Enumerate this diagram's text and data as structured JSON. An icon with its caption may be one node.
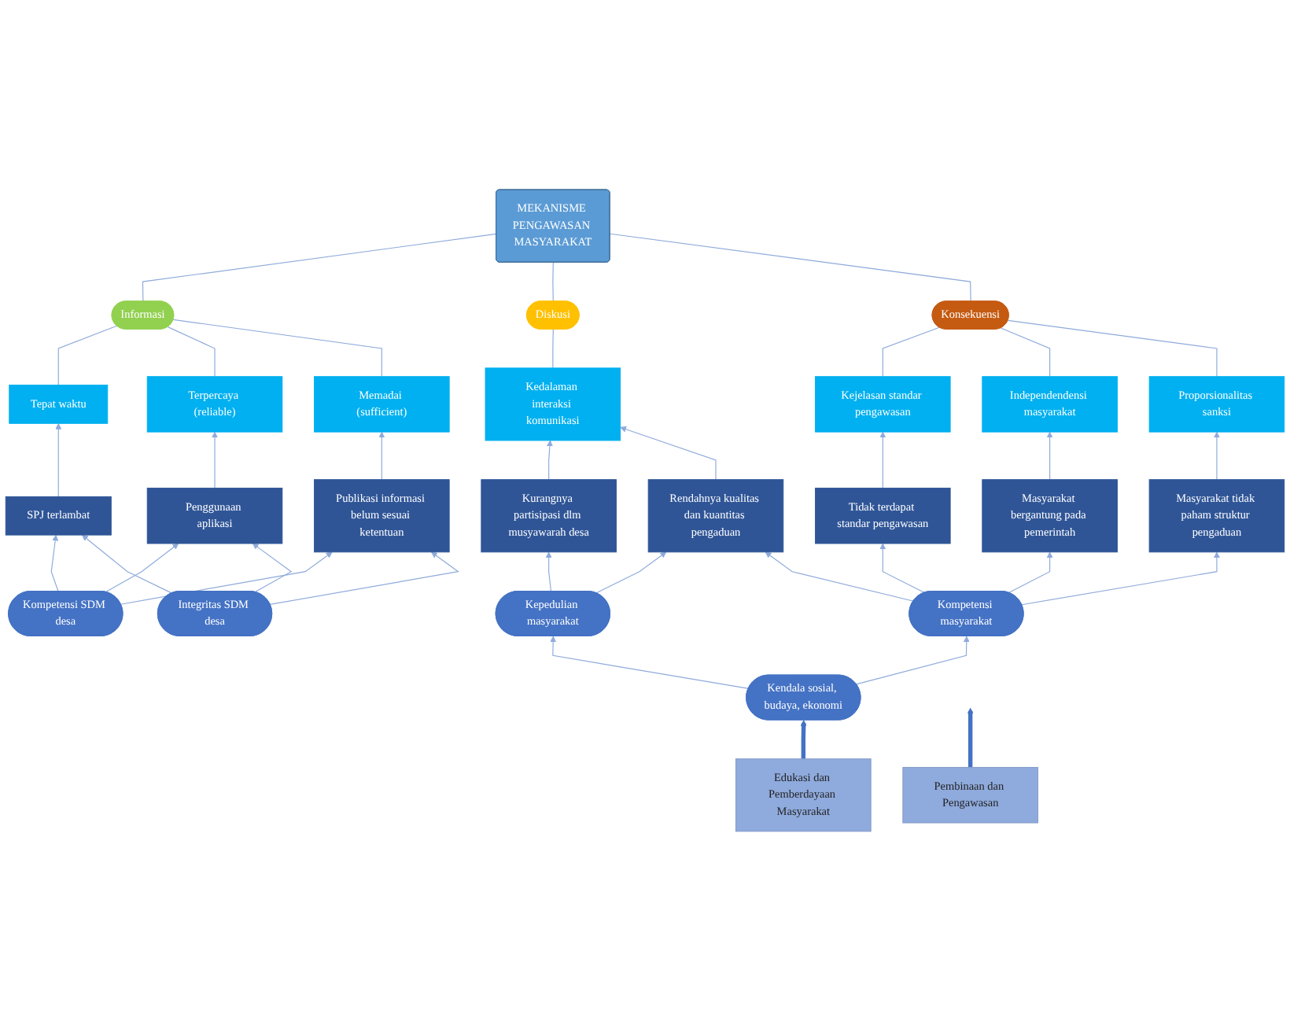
{
  "diagram": {
    "nodes": [
      {
        "text": [
          "MEKANISME PENGAWASAN MASYARAKAT"
        ]
      },
      {
        "text": [
          "Informasi"
        ]
      },
      {
        "text": [
          "Diskusi"
        ]
      },
      {
        "text": [
          "Konsekuensi"
        ]
      },
      {
        "text": [
          "Tepat waktu"
        ]
      },
      {
        "text": [
          "Terpercaya (reliable)"
        ]
      },
      {
        "text": [
          "Memadai (sufficient)"
        ]
      },
      {
        "text": [
          "Kedalaman interaksi komunikasi"
        ]
      },
      {
        "text": [
          "Kejelasan standar pengawasan"
        ]
      },
      {
        "text": [
          "Independendensi masyarakat"
        ]
      },
      {
        "text": [
          "Proporsionalitas sanksi"
        ]
      },
      {
        "text": [
          "SPJ terlambat"
        ]
      },
      {
        "text": [
          "Penggunaan aplikasi"
        ]
      },
      {
        "text": [
          "Publikasi informasi belum sesuai ketentuan"
        ]
      },
      {
        "text": [
          "Kurangnya partisipasi dlm musyawarah desa"
        ]
      },
      {
        "text": [
          "Rendahnya kualitas dan kuantitas pengaduan"
        ]
      },
      {
        "text": [
          "Tidak terdapat standar pengawasan"
        ]
      },
      {
        "text": [
          "Masyarakat bergantung pada pemerintah"
        ]
      },
      {
        "text": [
          "Masyarakat tidak paham struktur pengaduan"
        ]
      },
      {
        "text": [
          "Kompetensi SDM desa"
        ]
      },
      {
        "text": [
          "Integritas SDM desa"
        ]
      },
      {
        "text": [
          "Kepedulian masyarakat"
        ]
      },
      {
        "text": [
          "Kompetensi masyarakat"
        ]
      },
      {
        "text": [
          "Kendala sosial, budaya, ekonomi"
        ]
      },
      {
        "text": [
          "Pembinaan dan Pengawasan"
        ]
      },
      {
        "text": [
          "Edukasi dan Pemberdayaan Masyarakat"
        ]
      }
    ],
    "edges": [
      {
        "from": 0,
        "to": 1,
        "arrow": "none"
      },
      {
        "from": 0,
        "to": 2,
        "arrow": "none"
      },
      {
        "from": 0,
        "to": 3,
        "arrow": "none"
      },
      {
        "from": 1,
        "to": 4,
        "arrow": "none"
      },
      {
        "from": 1,
        "to": 5,
        "arrow": "none"
      },
      {
        "from": 1,
        "to": 6,
        "arrow": "none"
      },
      {
        "from": 2,
        "to": 7,
        "arrow": "none"
      },
      {
        "from": 3,
        "to": 8,
        "arrow": "none"
      },
      {
        "from": 3,
        "to": 9,
        "arrow": "none"
      },
      {
        "from": 3,
        "to": 10,
        "arrow": "none"
      },
      {
        "from": 11,
        "to": 4,
        "arrow": "to"
      },
      {
        "from": 12,
        "to": 5,
        "arrow": "to"
      },
      {
        "from": 13,
        "to": 6,
        "arrow": "to"
      },
      {
        "from": 14,
        "to": 7,
        "arrow": "to"
      },
      {
        "from": 15,
        "to": 7,
        "arrow": "to"
      },
      {
        "from": 16,
        "to": 8,
        "arrow": "to"
      },
      {
        "from": 17,
        "to": 9,
        "arrow": "to"
      },
      {
        "from": 18,
        "to": 10,
        "arrow": "to"
      },
      {
        "from": 19,
        "to": 11,
        "arrow": "to"
      },
      {
        "from": 19,
        "to": 12,
        "arrow": "to"
      },
      {
        "from": 19,
        "to": 13,
        "arrow": "to"
      },
      {
        "from": 20,
        "to": 11,
        "arrow": "to"
      },
      {
        "from": 20,
        "to": 12,
        "arrow": "to"
      },
      {
        "from": 20,
        "to": 13,
        "arrow": "to"
      },
      {
        "from": 21,
        "to": 14,
        "arrow": "to"
      },
      {
        "from": 21,
        "to": 15,
        "arrow": "to"
      },
      {
        "from": 22,
        "to": 15,
        "arrow": "to"
      },
      {
        "from": 22,
        "to": 16,
        "arrow": "to"
      },
      {
        "from": 22,
        "to": 17,
        "arrow": "to"
      },
      {
        "from": 22,
        "to": 18,
        "arrow": "to"
      },
      {
        "from": 23,
        "to": 21,
        "arrow": "to"
      },
      {
        "from": 23,
        "to": 22,
        "arrow": "to"
      },
      {
        "from": 24,
        "to": null,
        "arrow": "to",
        "style": "thick",
        "color": "#4472c4"
      },
      {
        "from": 25,
        "to": 23,
        "arrow": "to",
        "style": "thick",
        "color": "#4472c4"
      }
    ]
  }
}
